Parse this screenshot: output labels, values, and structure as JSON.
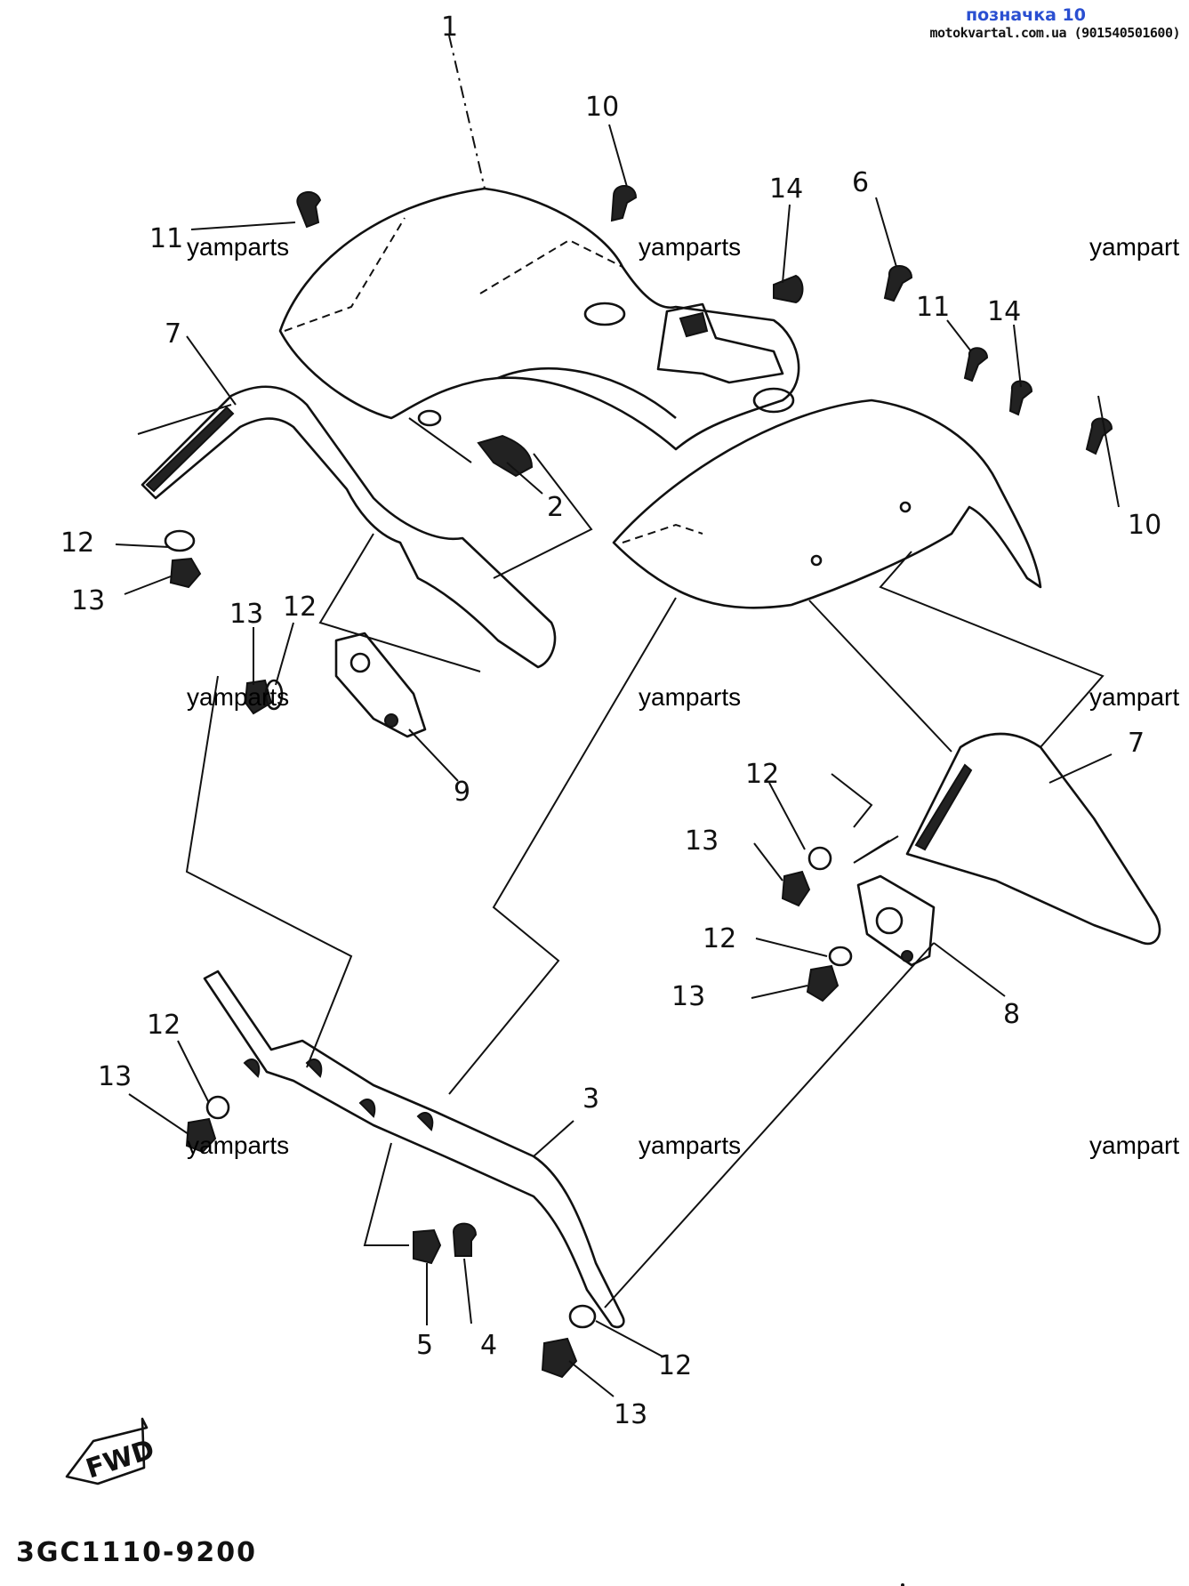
{
  "header": {
    "title": "позначка 10",
    "site": "motokvartal.com.ua (901540501600)"
  },
  "watermarks": [
    "yamparts",
    "yamparts",
    "yampart",
    "yamparts",
    "yamparts",
    "yampart",
    "yamparts",
    "yamparts",
    "yampart"
  ],
  "diagram_code": "3GC1110-9200",
  "fwd_label": "FWD",
  "callouts": [
    "1",
    "10",
    "14",
    "6",
    "11",
    "11",
    "14",
    "10",
    "7",
    "2",
    "12",
    "13",
    "13",
    "12",
    "9",
    "7",
    "12",
    "13",
    "12",
    "13",
    "8",
    "12",
    "13",
    "3",
    "5",
    "4",
    "12",
    "13"
  ]
}
